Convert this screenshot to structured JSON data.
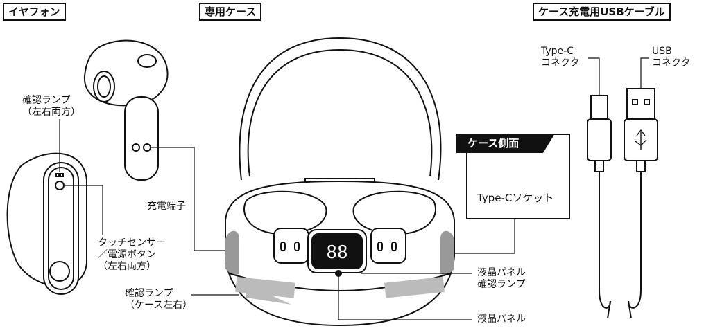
{
  "sections": {
    "earphone_title": "イヤフォン",
    "case_title": "専用ケース",
    "cable_title": "ケース充電用USBケーブル"
  },
  "earphone": {
    "lamp_line1": "確認ランプ",
    "lamp_line2": "（左右両方）",
    "charge_terminal": "充電端子",
    "sensor_line1": "タッチセンサー",
    "sensor_line2": "／電源ボタン",
    "sensor_line3": "（左右両方）"
  },
  "case": {
    "lamp_line1": "確認ランプ",
    "lamp_line2": "（ケース左右）",
    "lcd_lamp_line1": "液晶パネル",
    "lcd_lamp_line2": "確認ランプ",
    "lcd_panel": "液晶パネル",
    "lcd_digits": "88",
    "side_title": "ケース側面",
    "side_socket": "Type-Cソケット"
  },
  "cable": {
    "typec_line1": "Type-C",
    "typec_line2": "コネクタ",
    "usb_line1": "USB",
    "usb_line2": "コネクタ"
  }
}
